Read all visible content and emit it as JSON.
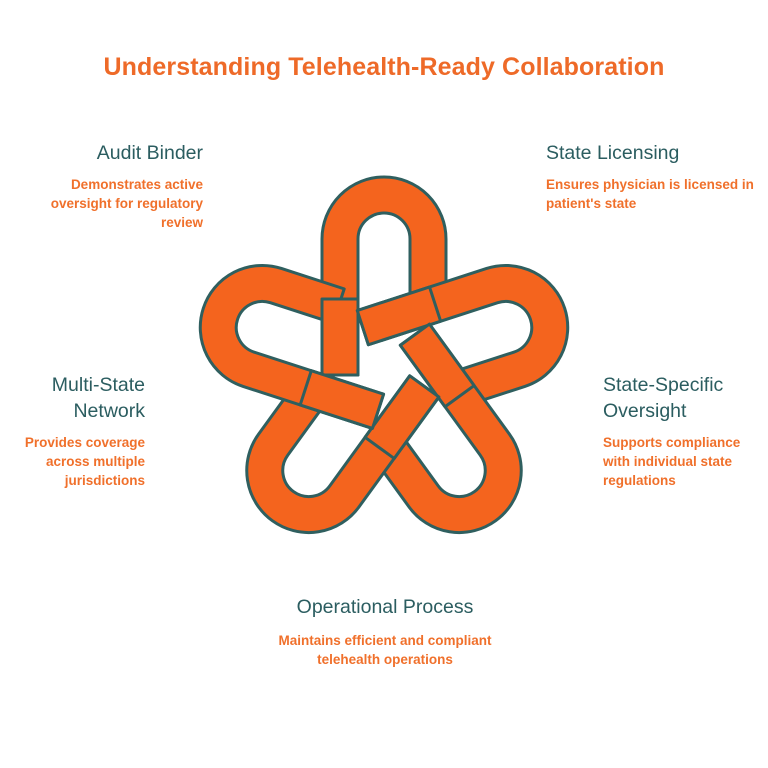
{
  "page": {
    "background_color": "#ffffff",
    "title": "Understanding Telehealth-Ready Collaboration",
    "title_color": "#ee6a28"
  },
  "theme": {
    "accent_orange": "#f4641e",
    "text_orange": "#f0702b",
    "heading_teal": "#2b5d60",
    "stroke_teal": "#2f5f5f"
  },
  "graphic": {
    "name": "five-fold-interlocking-knot",
    "fill_color": "#f4641e",
    "stroke_color": "#2f5f5f",
    "strand_count": 5,
    "symmetry_degrees": 72
  },
  "nodes": [
    {
      "id": "audit-binder",
      "title": "Audit Binder",
      "description": "Demonstrates active oversight for regulatory review",
      "position": "top-left"
    },
    {
      "id": "state-licensing",
      "title": "State Licensing",
      "description": "Ensures physician is licensed in patient's state",
      "position": "top-right"
    },
    {
      "id": "multi-state-network",
      "title": "Multi-State Network",
      "description": "Provides coverage across multiple jurisdictions",
      "position": "mid-left"
    },
    {
      "id": "state-specific-oversight",
      "title": "State-Specific Oversight",
      "description": "Supports compliance with individual state regulations",
      "position": "mid-right"
    },
    {
      "id": "operational-process",
      "title": "Operational Process",
      "description": "Maintains efficient and compliant telehealth operations",
      "position": "bottom-center"
    }
  ]
}
